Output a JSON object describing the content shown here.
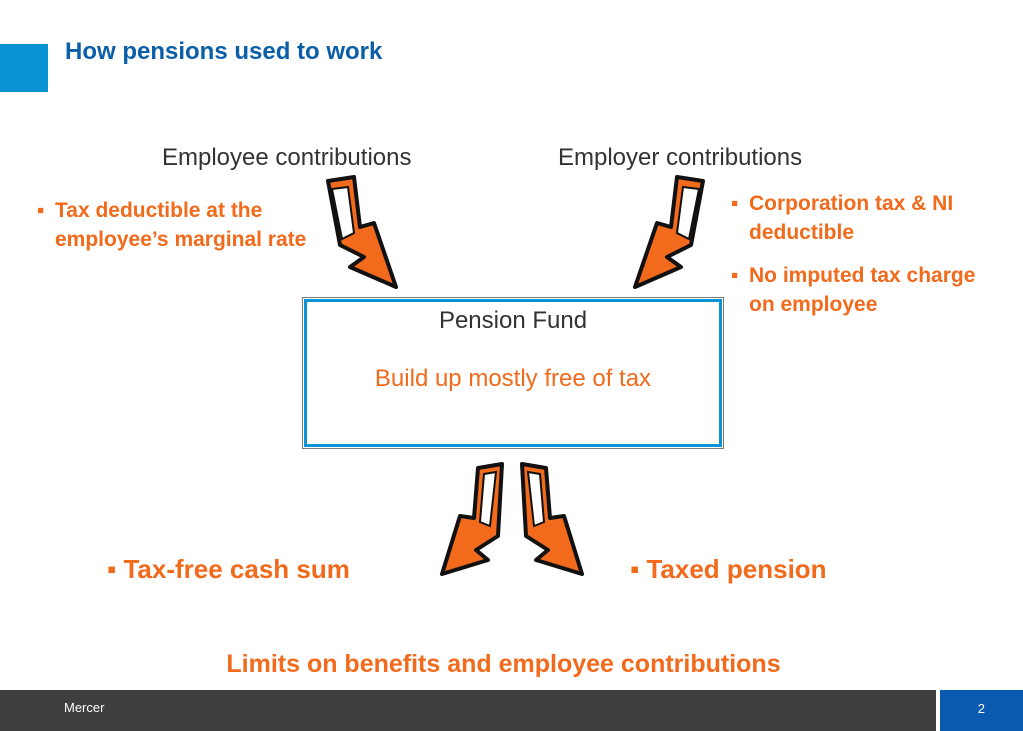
{
  "title": "How pensions used to work",
  "employee": {
    "heading": "Employee contributions",
    "bullets": [
      "Tax deductible at the employee’s marginal rate"
    ]
  },
  "employer": {
    "heading": "Employer contributions",
    "bullets": [
      "Corporation tax & NI deductible",
      "No imputed tax charge on employee"
    ]
  },
  "fund": {
    "title": "Pension Fund",
    "subtitle": "Build up mostly free of tax"
  },
  "outputs": {
    "left": "Tax-free cash sum",
    "right": "Taxed pension"
  },
  "limits": "Limits on benefits and employee contributions",
  "footer": {
    "brand": "Mercer",
    "page": "2"
  },
  "colors": {
    "accent": "#0a94d6",
    "title": "#0b5ea8",
    "orange": "#f26a1b",
    "footer": "#3f3f3f",
    "page_box": "#0a5ab0"
  },
  "icons": [
    "down-arrow-icon"
  ]
}
